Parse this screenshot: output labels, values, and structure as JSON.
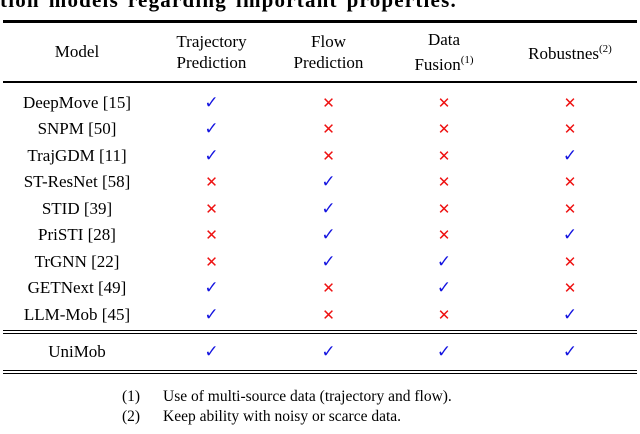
{
  "caption_fragment": "tion models regarding important properties.",
  "table": {
    "columns": [
      {
        "label": "Model"
      },
      {
        "line1": "Trajectory",
        "line2": "Prediction"
      },
      {
        "line1": "Flow",
        "line2": "Prediction"
      },
      {
        "line1": "Data",
        "line2": "Fusion",
        "sup": "(1)"
      },
      {
        "line1": "Robustnes",
        "sup": "(2)"
      }
    ],
    "rows": [
      {
        "model": "DeepMove [15]",
        "marks": [
          true,
          false,
          false,
          false
        ]
      },
      {
        "model": "SNPM [50]",
        "marks": [
          true,
          false,
          false,
          false
        ]
      },
      {
        "model": "TrajGDM [11]",
        "marks": [
          true,
          false,
          false,
          true
        ]
      },
      {
        "model": "ST-ResNet [58]",
        "marks": [
          false,
          true,
          false,
          false
        ]
      },
      {
        "model": "STID [39]",
        "marks": [
          false,
          true,
          false,
          false
        ]
      },
      {
        "model": "PriSTI [28]",
        "marks": [
          false,
          true,
          false,
          true
        ]
      },
      {
        "model": "TrGNN [22]",
        "marks": [
          false,
          true,
          true,
          false
        ]
      },
      {
        "model": "GETNext [49]",
        "marks": [
          true,
          false,
          true,
          false
        ]
      },
      {
        "model": "LLM-Mob [45]",
        "marks": [
          true,
          false,
          false,
          true
        ]
      }
    ],
    "highlight_row": {
      "model": "UniMob",
      "marks": [
        true,
        true,
        true,
        true
      ]
    },
    "check_glyph": "✓",
    "cross_glyph": "✕",
    "check_color": "#1414e0",
    "cross_color": "#ee1111"
  },
  "footnotes": [
    {
      "num": "(1)",
      "text": "Use of multi-source data (trajectory and flow)."
    },
    {
      "num": "(2)",
      "text": "Keep ability with noisy or scarce data."
    }
  ]
}
